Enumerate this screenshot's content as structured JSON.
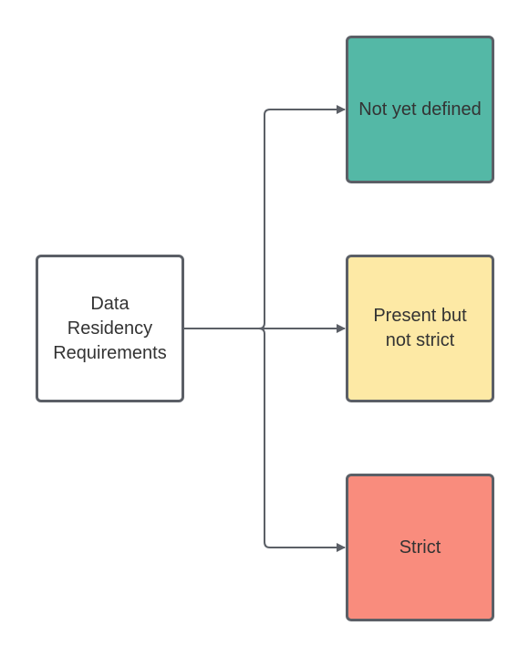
{
  "diagram": {
    "source": {
      "lines": [
        "Data",
        "Residency",
        "Requirements"
      ],
      "fill": "#ffffff"
    },
    "targets": [
      {
        "key": "not_defined",
        "lines": [
          "Not yet defined"
        ],
        "fill": "#54b8a6"
      },
      {
        "key": "present",
        "lines": [
          "Present but",
          "not strict"
        ],
        "fill": "#fde9a5"
      },
      {
        "key": "strict",
        "lines": [
          "Strict"
        ],
        "fill": "#f98c7d"
      }
    ],
    "edges": [
      {
        "from": "source",
        "to": "not_defined"
      },
      {
        "from": "source",
        "to": "present"
      },
      {
        "from": "source",
        "to": "strict"
      }
    ],
    "colors": {
      "stroke": "#5b5f66",
      "text": "#333333"
    }
  }
}
